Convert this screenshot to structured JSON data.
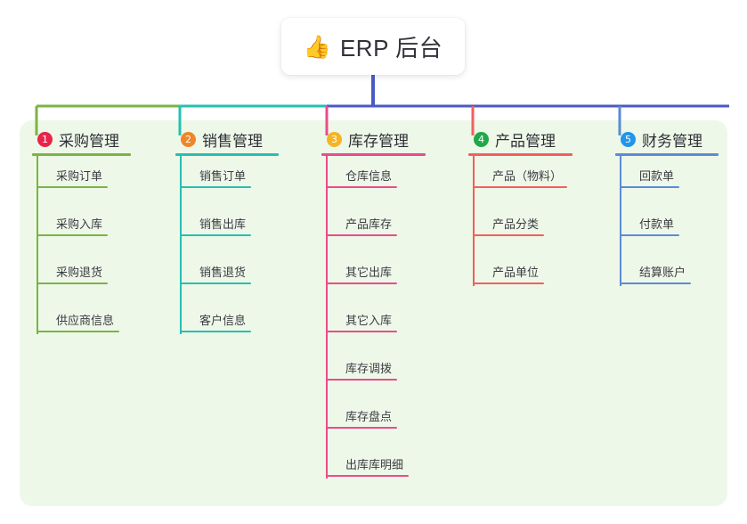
{
  "root": {
    "icon": "thumbs-up-icon",
    "emoji": "👍",
    "title": "ERP 后台"
  },
  "palette": {
    "panel_bg": "#eef8e9",
    "page_bg": "#ffffff",
    "trunk": "#4a5ac4",
    "text": "#3b3b42"
  },
  "columns": [
    {
      "number": "1",
      "title": "采购管理",
      "color": "#7cb342",
      "badge_color": "#e8234a",
      "items": [
        "采购订单",
        "采购入库",
        "采购退货",
        "供应商信息"
      ]
    },
    {
      "number": "2",
      "title": "销售管理",
      "color": "#26c0b0",
      "badge_color": "#f0852a",
      "items": [
        "销售订单",
        "销售出库",
        "销售退货",
        "客户信息"
      ]
    },
    {
      "number": "3",
      "title": "库存管理",
      "color": "#ea4c8b",
      "badge_color": "#f5b523",
      "items": [
        "仓库信息",
        "产品库存",
        "其它出库",
        "其它入库",
        "库存调拨",
        "库存盘点",
        "出库库明细"
      ]
    },
    {
      "number": "4",
      "title": "产品管理",
      "color": "#f25f5c",
      "badge_color": "#21a84a",
      "items": [
        "产品（物料）",
        "产品分类",
        "产品单位"
      ]
    },
    {
      "number": "5",
      "title": "财务管理",
      "color": "#5b8bd6",
      "badge_color": "#2196ea",
      "items": [
        "回款单",
        "付款单",
        "结算账户"
      ]
    }
  ]
}
